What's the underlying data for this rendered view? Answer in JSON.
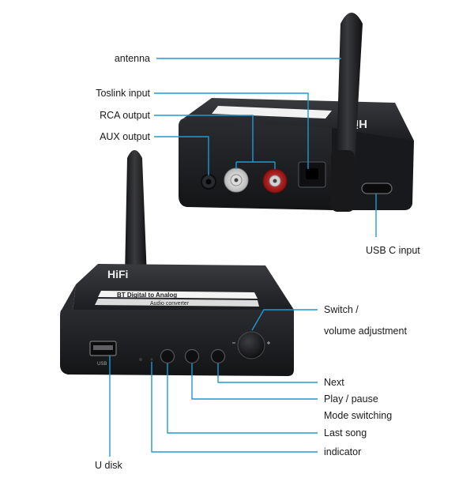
{
  "device": {
    "brand_mark": "HiFi",
    "label_main": "BT Digital to Analog",
    "label_sub": "Audio converter",
    "usb_port_text": "USB"
  },
  "callouts": {
    "antenna": "antenna",
    "toslink": "Toslink input",
    "rca": "RCA output",
    "aux": "AUX output",
    "usb_c": "USB C input",
    "switch_1": "Switch /",
    "switch_2": "volume adjustment",
    "next": "Next",
    "play": "Play / pause",
    "mode": "Mode switching",
    "last": "Last song",
    "indicator": "indicator",
    "udisk": "U disk"
  },
  "colors": {
    "leader_line": "#1e9ad6",
    "device_body": "#1f2023",
    "background": "#ffffff"
  }
}
